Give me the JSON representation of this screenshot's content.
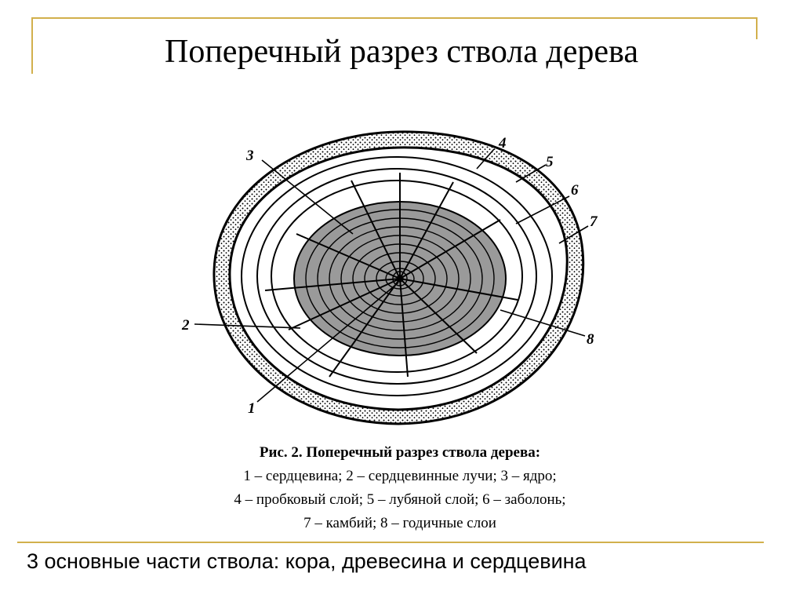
{
  "slide": {
    "title": "Поперечный разрез ствола дерева",
    "accent_color": "#d2b04c"
  },
  "figure": {
    "callouts": [
      "1",
      "2",
      "3",
      "4",
      "5",
      "6",
      "7",
      "8"
    ]
  },
  "caption": {
    "title": "Рис. 2. Поперечный разрез ствола дерева:",
    "lines": [
      "1 – сердцевина; 2 – сердцевинные лучи; 3 – ядро;",
      "4 – пробковый слой; 5 – лубяной слой; 6 – заболонь;",
      "7 – камбий; 8 – годичные слои"
    ]
  },
  "footer": {
    "text": "3 основные части ствола: кора, древесина и сердцевина"
  }
}
